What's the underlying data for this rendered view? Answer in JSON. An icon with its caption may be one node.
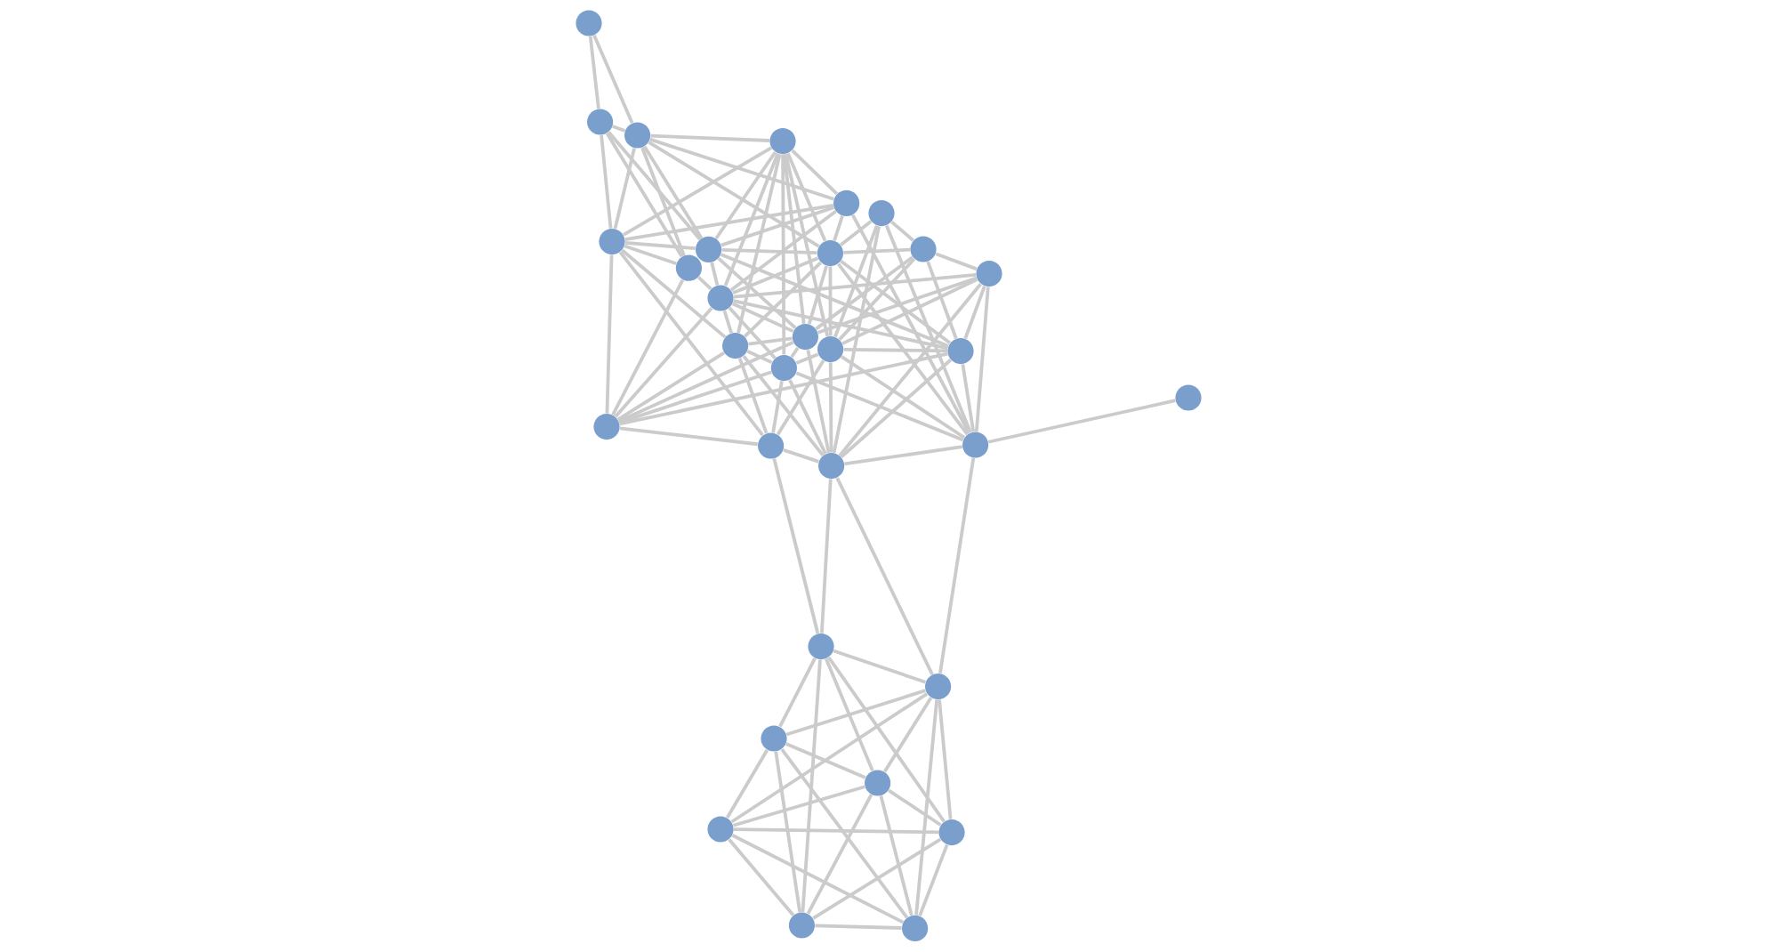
{
  "diagram": {
    "nodes": [
      {
        "text": [],
        "shape": "circle"
      },
      {
        "text": [],
        "shape": "circle"
      },
      {
        "text": [],
        "shape": "circle"
      },
      {
        "text": [],
        "shape": "circle"
      },
      {
        "text": [],
        "shape": "circle"
      },
      {
        "text": [],
        "shape": "circle"
      },
      {
        "text": [],
        "shape": "circle"
      },
      {
        "text": [],
        "shape": "circle"
      },
      {
        "text": [],
        "shape": "circle"
      },
      {
        "text": [],
        "shape": "circle"
      },
      {
        "text": [],
        "shape": "circle"
      },
      {
        "text": [],
        "shape": "circle"
      },
      {
        "text": [],
        "shape": "circle"
      },
      {
        "text": [],
        "shape": "circle"
      },
      {
        "text": [],
        "shape": "circle"
      },
      {
        "text": [],
        "shape": "circle"
      },
      {
        "text": [],
        "shape": "circle"
      },
      {
        "text": [],
        "shape": "circle"
      },
      {
        "text": [],
        "shape": "circle"
      },
      {
        "text": [],
        "shape": "circle"
      },
      {
        "text": [],
        "shape": "circle"
      },
      {
        "text": [],
        "shape": "circle"
      },
      {
        "text": [],
        "shape": "circle"
      },
      {
        "text": [],
        "shape": "circle"
      },
      {
        "text": [],
        "shape": "circle"
      },
      {
        "text": [],
        "shape": "circle"
      },
      {
        "text": [],
        "shape": "circle"
      },
      {
        "text": [],
        "shape": "circle"
      },
      {
        "text": [],
        "shape": "circle"
      },
      {
        "text": [],
        "shape": "circle"
      },
      {
        "text": [],
        "shape": "circle"
      }
    ],
    "edges": [
      {
        "from": 0,
        "to": 1,
        "arrow": "none"
      },
      {
        "from": 0,
        "to": 2,
        "arrow": "none"
      },
      {
        "from": 1,
        "to": 9,
        "arrow": "none"
      },
      {
        "from": 1,
        "to": 10,
        "arrow": "none"
      },
      {
        "from": 2,
        "to": 4,
        "arrow": "none"
      },
      {
        "from": 2,
        "to": 6,
        "arrow": "none"
      },
      {
        "from": 2,
        "to": 8,
        "arrow": "none"
      },
      {
        "from": 2,
        "to": 9,
        "arrow": "none"
      },
      {
        "from": 2,
        "to": 10,
        "arrow": "none"
      },
      {
        "from": 3,
        "to": 4,
        "arrow": "none"
      },
      {
        "from": 3,
        "to": 6,
        "arrow": "none"
      },
      {
        "from": 3,
        "to": 8,
        "arrow": "none"
      },
      {
        "from": 3,
        "to": 9,
        "arrow": "none"
      },
      {
        "from": 3,
        "to": 12,
        "arrow": "none"
      },
      {
        "from": 3,
        "to": 13,
        "arrow": "none"
      },
      {
        "from": 3,
        "to": 14,
        "arrow": "none"
      },
      {
        "from": 3,
        "to": 15,
        "arrow": "none"
      },
      {
        "from": 3,
        "to": 17,
        "arrow": "none"
      },
      {
        "from": 4,
        "to": 6,
        "arrow": "none"
      },
      {
        "from": 4,
        "to": 8,
        "arrow": "none"
      },
      {
        "from": 4,
        "to": 9,
        "arrow": "none"
      },
      {
        "from": 4,
        "to": 12,
        "arrow": "none"
      },
      {
        "from": 4,
        "to": 21,
        "arrow": "none"
      },
      {
        "from": 5,
        "to": 7,
        "arrow": "none"
      },
      {
        "from": 5,
        "to": 8,
        "arrow": "none"
      },
      {
        "from": 5,
        "to": 15,
        "arrow": "none"
      },
      {
        "from": 5,
        "to": 21,
        "arrow": "none"
      },
      {
        "from": 5,
        "to": 22,
        "arrow": "none"
      },
      {
        "from": 6,
        "to": 9,
        "arrow": "none"
      },
      {
        "from": 6,
        "to": 10,
        "arrow": "none"
      },
      {
        "from": 6,
        "to": 14,
        "arrow": "none"
      },
      {
        "from": 6,
        "to": 20,
        "arrow": "none"
      },
      {
        "from": 7,
        "to": 8,
        "arrow": "none"
      },
      {
        "from": 7,
        "to": 11,
        "arrow": "none"
      },
      {
        "from": 7,
        "to": 13,
        "arrow": "none"
      },
      {
        "from": 7,
        "to": 15,
        "arrow": "none"
      },
      {
        "from": 7,
        "to": 16,
        "arrow": "none"
      },
      {
        "from": 8,
        "to": 9,
        "arrow": "none"
      },
      {
        "from": 8,
        "to": 12,
        "arrow": "none"
      },
      {
        "from": 8,
        "to": 13,
        "arrow": "none"
      },
      {
        "from": 8,
        "to": 14,
        "arrow": "none"
      },
      {
        "from": 8,
        "to": 15,
        "arrow": "none"
      },
      {
        "from": 8,
        "to": 16,
        "arrow": "none"
      },
      {
        "from": 8,
        "to": 21,
        "arrow": "none"
      },
      {
        "from": 9,
        "to": 12,
        "arrow": "none"
      },
      {
        "from": 9,
        "to": 13,
        "arrow": "none"
      },
      {
        "from": 9,
        "to": 16,
        "arrow": "none"
      },
      {
        "from": 10,
        "to": 12,
        "arrow": "none"
      },
      {
        "from": 10,
        "to": 19,
        "arrow": "none"
      },
      {
        "from": 11,
        "to": 12,
        "arrow": "none"
      },
      {
        "from": 11,
        "to": 13,
        "arrow": "none"
      },
      {
        "from": 11,
        "to": 15,
        "arrow": "none"
      },
      {
        "from": 11,
        "to": 16,
        "arrow": "none"
      },
      {
        "from": 11,
        "to": 21,
        "arrow": "none"
      },
      {
        "from": 11,
        "to": 22,
        "arrow": "none"
      },
      {
        "from": 12,
        "to": 13,
        "arrow": "none"
      },
      {
        "from": 12,
        "to": 14,
        "arrow": "none"
      },
      {
        "from": 12,
        "to": 16,
        "arrow": "none"
      },
      {
        "from": 12,
        "to": 17,
        "arrow": "none"
      },
      {
        "from": 12,
        "to": 19,
        "arrow": "none"
      },
      {
        "from": 13,
        "to": 14,
        "arrow": "none"
      },
      {
        "from": 13,
        "to": 17,
        "arrow": "none"
      },
      {
        "from": 13,
        "to": 19,
        "arrow": "none"
      },
      {
        "from": 13,
        "to": 22,
        "arrow": "none"
      },
      {
        "from": 14,
        "to": 17,
        "arrow": "none"
      },
      {
        "from": 14,
        "to": 19,
        "arrow": "none"
      },
      {
        "from": 14,
        "to": 20,
        "arrow": "none"
      },
      {
        "from": 14,
        "to": 22,
        "arrow": "none"
      },
      {
        "from": 15,
        "to": 16,
        "arrow": "none"
      },
      {
        "from": 15,
        "to": 17,
        "arrow": "none"
      },
      {
        "from": 15,
        "to": 20,
        "arrow": "none"
      },
      {
        "from": 15,
        "to": 21,
        "arrow": "none"
      },
      {
        "from": 15,
        "to": 22,
        "arrow": "none"
      },
      {
        "from": 16,
        "to": 19,
        "arrow": "none"
      },
      {
        "from": 16,
        "to": 22,
        "arrow": "none"
      },
      {
        "from": 17,
        "to": 19,
        "arrow": "none"
      },
      {
        "from": 17,
        "to": 20,
        "arrow": "none"
      },
      {
        "from": 17,
        "to": 21,
        "arrow": "none"
      },
      {
        "from": 17,
        "to": 22,
        "arrow": "none"
      },
      {
        "from": 20,
        "to": 22,
        "arrow": "none"
      },
      {
        "from": 23,
        "to": 24,
        "arrow": "none"
      },
      {
        "from": 23,
        "to": 25,
        "arrow": "none"
      },
      {
        "from": 23,
        "to": 26,
        "arrow": "none"
      },
      {
        "from": 23,
        "to": 28,
        "arrow": "none"
      },
      {
        "from": 23,
        "to": 29,
        "arrow": "none"
      },
      {
        "from": 24,
        "to": 25,
        "arrow": "none"
      },
      {
        "from": 24,
        "to": 26,
        "arrow": "none"
      },
      {
        "from": 24,
        "to": 27,
        "arrow": "none"
      },
      {
        "from": 24,
        "to": 28,
        "arrow": "none"
      },
      {
        "from": 24,
        "to": 30,
        "arrow": "none"
      },
      {
        "from": 25,
        "to": 26,
        "arrow": "none"
      },
      {
        "from": 25,
        "to": 27,
        "arrow": "none"
      },
      {
        "from": 25,
        "to": 29,
        "arrow": "none"
      },
      {
        "from": 25,
        "to": 30,
        "arrow": "none"
      },
      {
        "from": 26,
        "to": 27,
        "arrow": "none"
      },
      {
        "from": 26,
        "to": 28,
        "arrow": "none"
      },
      {
        "from": 26,
        "to": 29,
        "arrow": "none"
      },
      {
        "from": 26,
        "to": 30,
        "arrow": "none"
      },
      {
        "from": 27,
        "to": 28,
        "arrow": "none"
      },
      {
        "from": 27,
        "to": 29,
        "arrow": "none"
      },
      {
        "from": 27,
        "to": 30,
        "arrow": "none"
      },
      {
        "from": 28,
        "to": 29,
        "arrow": "none"
      },
      {
        "from": 28,
        "to": 30,
        "arrow": "none"
      },
      {
        "from": 29,
        "to": 30,
        "arrow": "none"
      },
      {
        "from": 1,
        "to": 2,
        "arrow": "none"
      },
      {
        "from": 2,
        "to": 3,
        "arrow": "none"
      },
      {
        "from": 1,
        "to": 6,
        "arrow": "none"
      },
      {
        "from": 6,
        "to": 19,
        "arrow": "none"
      },
      {
        "from": 19,
        "to": 20,
        "arrow": "none"
      },
      {
        "from": 16,
        "to": 21,
        "arrow": "none"
      },
      {
        "from": 21,
        "to": 22,
        "arrow": "none"
      },
      {
        "from": 21,
        "to": 18,
        "arrow": "none"
      },
      {
        "from": 20,
        "to": 23,
        "arrow": "none"
      },
      {
        "from": 22,
        "to": 23,
        "arrow": "none"
      },
      {
        "from": 22,
        "to": 24,
        "arrow": "none"
      },
      {
        "from": 21,
        "to": 24,
        "arrow": "none"
      }
    ]
  }
}
